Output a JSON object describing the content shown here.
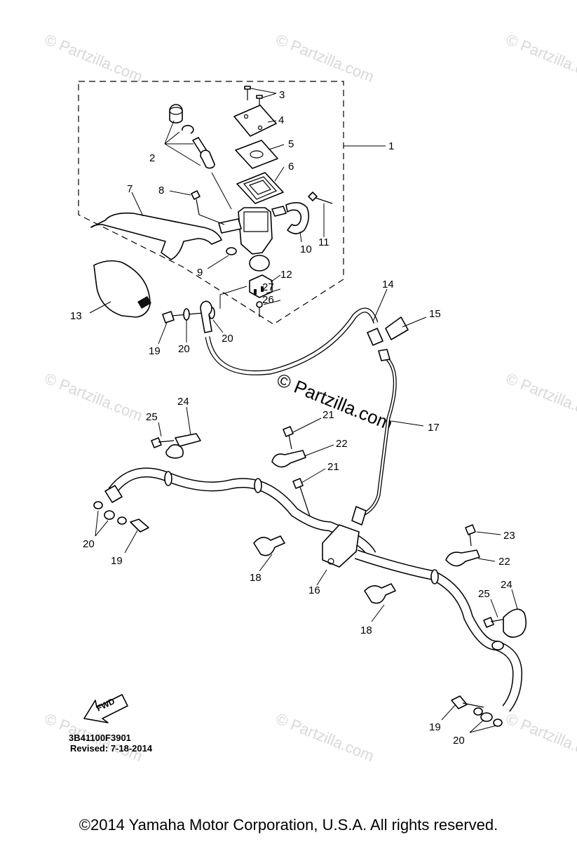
{
  "watermark": "© Partzilla.com",
  "center_watermark": "© Partzilla.com",
  "callouts": {
    "c1": "1",
    "c2": "2",
    "c3": "3",
    "c4": "4",
    "c5": "5",
    "c6": "6",
    "c7": "7",
    "c8": "8",
    "c9": "9",
    "c10": "10",
    "c11": "11",
    "c12": "12",
    "c13": "13",
    "c14": "14",
    "c15": "15",
    "c16": "16",
    "c17": "17",
    "c18a": "18",
    "c18b": "18",
    "c19a": "19",
    "c19b": "19",
    "c19c": "19",
    "c20a": "20",
    "c20b": "20",
    "c20c": "20",
    "c20d": "20",
    "c21a": "21",
    "c21b": "21",
    "c22a": "22",
    "c22b": "22",
    "c23": "23",
    "c24a": "24",
    "c24b": "24",
    "c25a": "25",
    "c25b": "25",
    "c26": "26",
    "c27": "27"
  },
  "fwd_label": "FWD",
  "drawing_code": "3B41100F3901",
  "revised": "Revised: 7-18-2014",
  "copyright": "©2014  Yamaha Motor Corporation, U.S.A. All rights reserved."
}
